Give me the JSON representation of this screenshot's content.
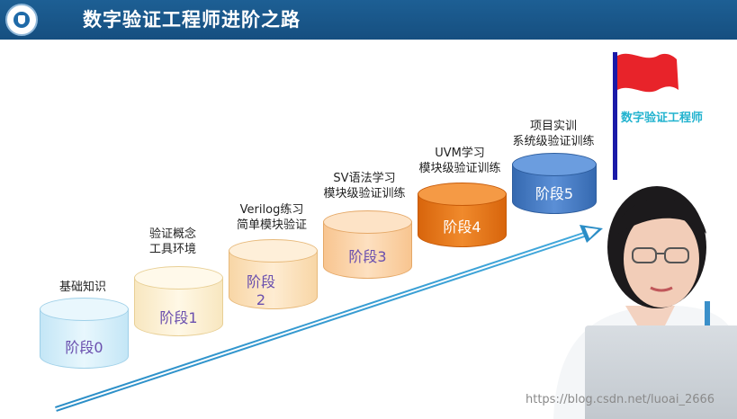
{
  "header": {
    "title": "数字验证工程师进阶之路"
  },
  "stages": [
    {
      "caption_lines": [
        "基础知识"
      ],
      "label": "阶段0"
    },
    {
      "caption_lines": [
        "验证概念",
        "工具环境"
      ],
      "label": "阶段1"
    },
    {
      "caption_lines": [
        "Verilog练习",
        "简单模块验证"
      ],
      "label": "阶段2"
    },
    {
      "caption_lines": [
        "SV语法学习",
        "模块级验证训练"
      ],
      "label": "阶段3"
    },
    {
      "caption_lines": [
        "UVM学习",
        "模块级验证训练"
      ],
      "label": "阶段4"
    },
    {
      "caption_lines": [
        "项目实训",
        "系统级验证训练"
      ],
      "label": "阶段5"
    }
  ],
  "goal": {
    "flag_label": "数字验证工程师"
  },
  "watermark": "https://blog.csdn.net/luoai_2666",
  "colors": {
    "header": "#1a5a8e",
    "stage0": "#d8f0fb",
    "stage1": "#fdf4de",
    "stage2": "#fde6c6",
    "stage3": "#fdd9b0",
    "stage4": "#ec7a18",
    "stage5": "#3f79c2",
    "arrow": "#2a92c8",
    "flag": "#e8232a",
    "stage_text": "#6a4fae"
  }
}
